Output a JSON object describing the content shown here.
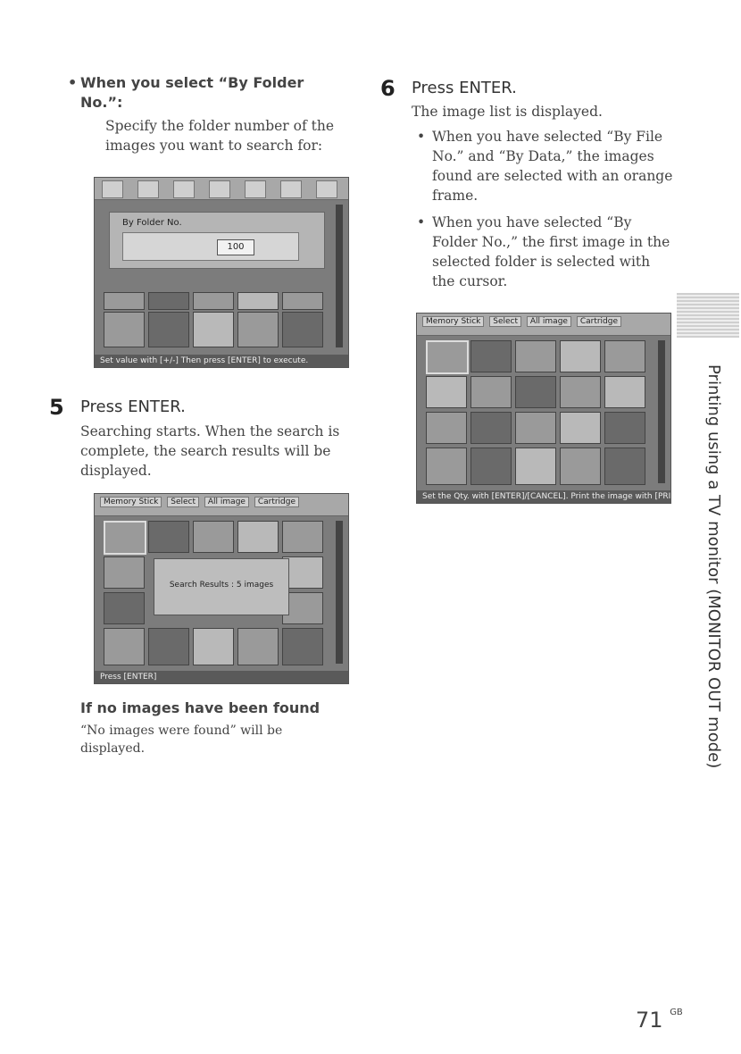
{
  "left": {
    "bullet_heading": "When you select “By Folder No.”:",
    "bullet_text": "Specify the folder number of the images you want to search for:",
    "shot1": {
      "dialog_label": "By Folder No.",
      "value": "100",
      "status": "Set value with [+/-] Then press [ENTER] to execute."
    },
    "step5": {
      "num": "5",
      "title": "Press ENTER.",
      "text": "Searching starts. When the search is complete, the search results will be displayed."
    },
    "shot2": {
      "tabs": [
        "Memory Stick",
        "Select",
        "All image",
        "Cartridge"
      ],
      "popup": "Search Results : 5 images",
      "status": "Press [ENTER]"
    },
    "no_images": {
      "heading": "If no images have been found",
      "text": "“No images were found” will be displayed."
    }
  },
  "right": {
    "step6": {
      "num": "6",
      "title": "Press ENTER.",
      "text": "The image list is displayed.",
      "bullets": [
        "When you have selected “By File No.” and “By Data,” the images found are selected with an orange frame.",
        "When you have selected “By Folder No.,” the first image in the selected folder is selected with the cursor."
      ]
    },
    "shot3": {
      "tabs": [
        "Memory Stick",
        "Select",
        "All image",
        "Cartridge"
      ],
      "status": "Set the Qty. with [ENTER]/[CANCEL]. Print the image with [PRINT]."
    }
  },
  "side_label": "Printing using a TV monitor (MONITOR OUT mode)",
  "page": {
    "number": "71",
    "suffix": "GB"
  }
}
